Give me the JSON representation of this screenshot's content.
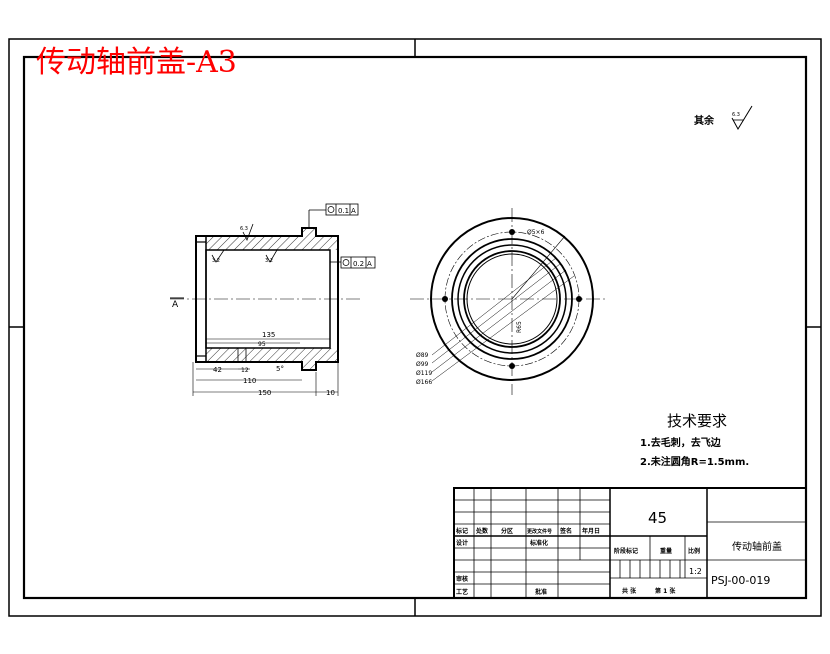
{
  "header": {
    "title": "传动轴前盖-A3",
    "title_color": "#ff0000"
  },
  "roughness": {
    "label": "其余",
    "value": "6.3"
  },
  "side_view": {
    "tolerance_1": {
      "symbol": "runout-icon",
      "value": "0.1",
      "datum": "A"
    },
    "tolerance_2": {
      "symbol": "runout-icon",
      "value": "0.2",
      "datum": "A"
    },
    "rough_top": "6.3",
    "rough_mid1": "3.2",
    "rough_mid2": "3.2",
    "datum_label": "A",
    "dims": {
      "d135": "135",
      "d95": "95",
      "d42": "42",
      "d12": "12",
      "d110": "110",
      "d150": "150",
      "d10": "10",
      "dangle": "5°"
    }
  },
  "front_view": {
    "hole_label": "Ø5×6",
    "r_label": "R65",
    "diameters": [
      "Ø89",
      "Ø99",
      "Ø119",
      "Ø166"
    ]
  },
  "tech_requirements": {
    "title": "技术要求",
    "items": [
      "1.去毛刺，去飞边",
      "2.未注圆角R=1.5mm."
    ]
  },
  "title_block": {
    "material": "45",
    "part_name": "传动轴前盖",
    "drawing_no": "PSJ-00-019",
    "scale": "1:2",
    "labels": {
      "mark": "标记",
      "count": "处数",
      "zone": "分区",
      "change_doc": "更改文件号",
      "sign": "签名",
      "date": "年月日",
      "design": "设计",
      "standard": "标准化",
      "stage_mark": "阶段标记",
      "weight": "重量",
      "ratio": "比例",
      "review": "审核",
      "craft": "工艺",
      "approve": "批准",
      "sheets": "共 张",
      "sheet": "第 1 张"
    }
  }
}
